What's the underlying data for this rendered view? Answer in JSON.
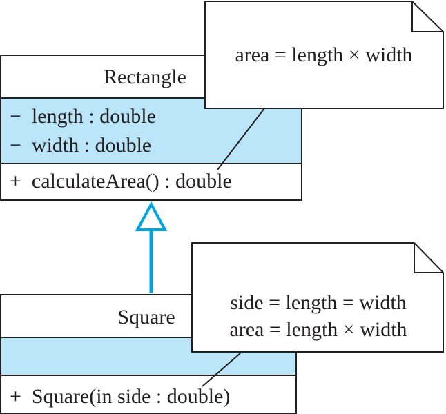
{
  "colors": {
    "line": "#231f20",
    "attribute_fill": "#bbe5f8",
    "arrow": "#00a4e0",
    "background": "#ffffff"
  },
  "rectangle_class": {
    "name": "Rectangle",
    "attributes": [
      "−  length : double",
      "−  width : double"
    ],
    "operations": [
      "+  calculateArea() : double"
    ]
  },
  "rectangle_note": {
    "lines": [
      "area = length × width"
    ]
  },
  "square_class": {
    "name": "Square",
    "attributes": [],
    "operations": [
      "+  Square(in side : double)"
    ]
  },
  "square_note": {
    "lines": [
      "side = length = width",
      "area = length × width"
    ]
  },
  "relationship": {
    "type": "generalization",
    "icon": "hollow-triangle-arrow"
  }
}
